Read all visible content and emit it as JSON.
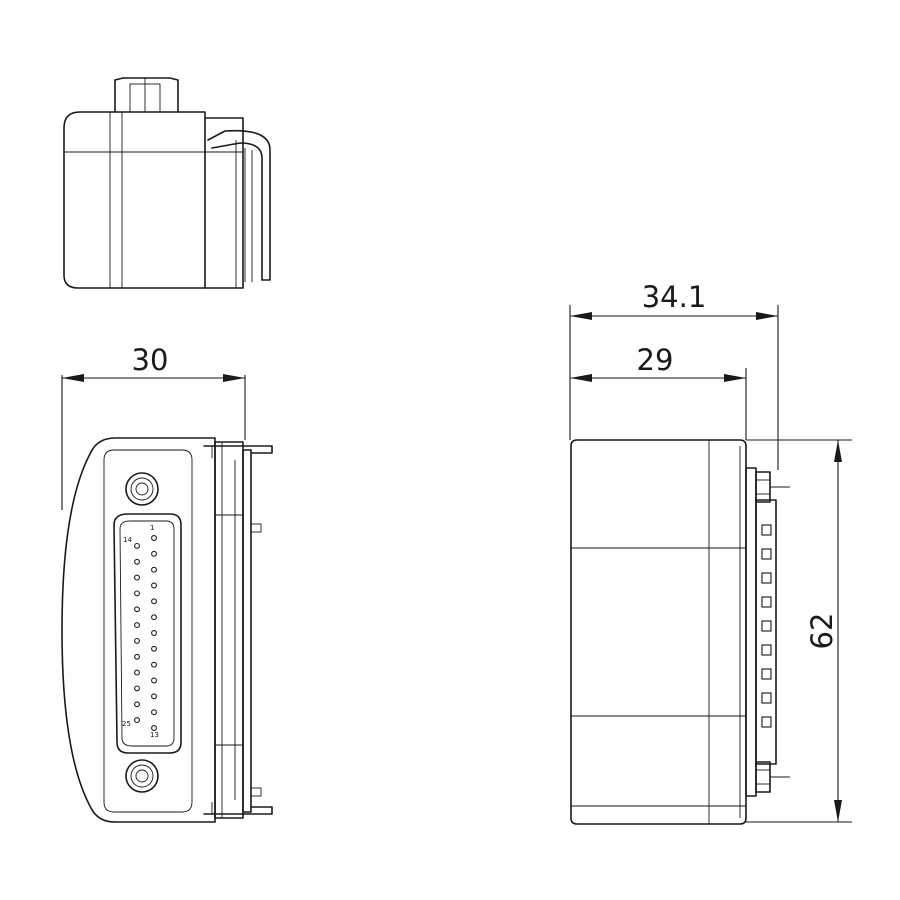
{
  "dimensions": {
    "width_front": "30",
    "depth_overall": "34.1",
    "depth_body": "29",
    "height": "62"
  },
  "pin_labels": {
    "first_top": "1",
    "first_bottom": "14",
    "last_top": "13",
    "last_bottom": "25"
  },
  "connector": {
    "pins_top_row": 13,
    "pins_bottom_row": 12
  }
}
